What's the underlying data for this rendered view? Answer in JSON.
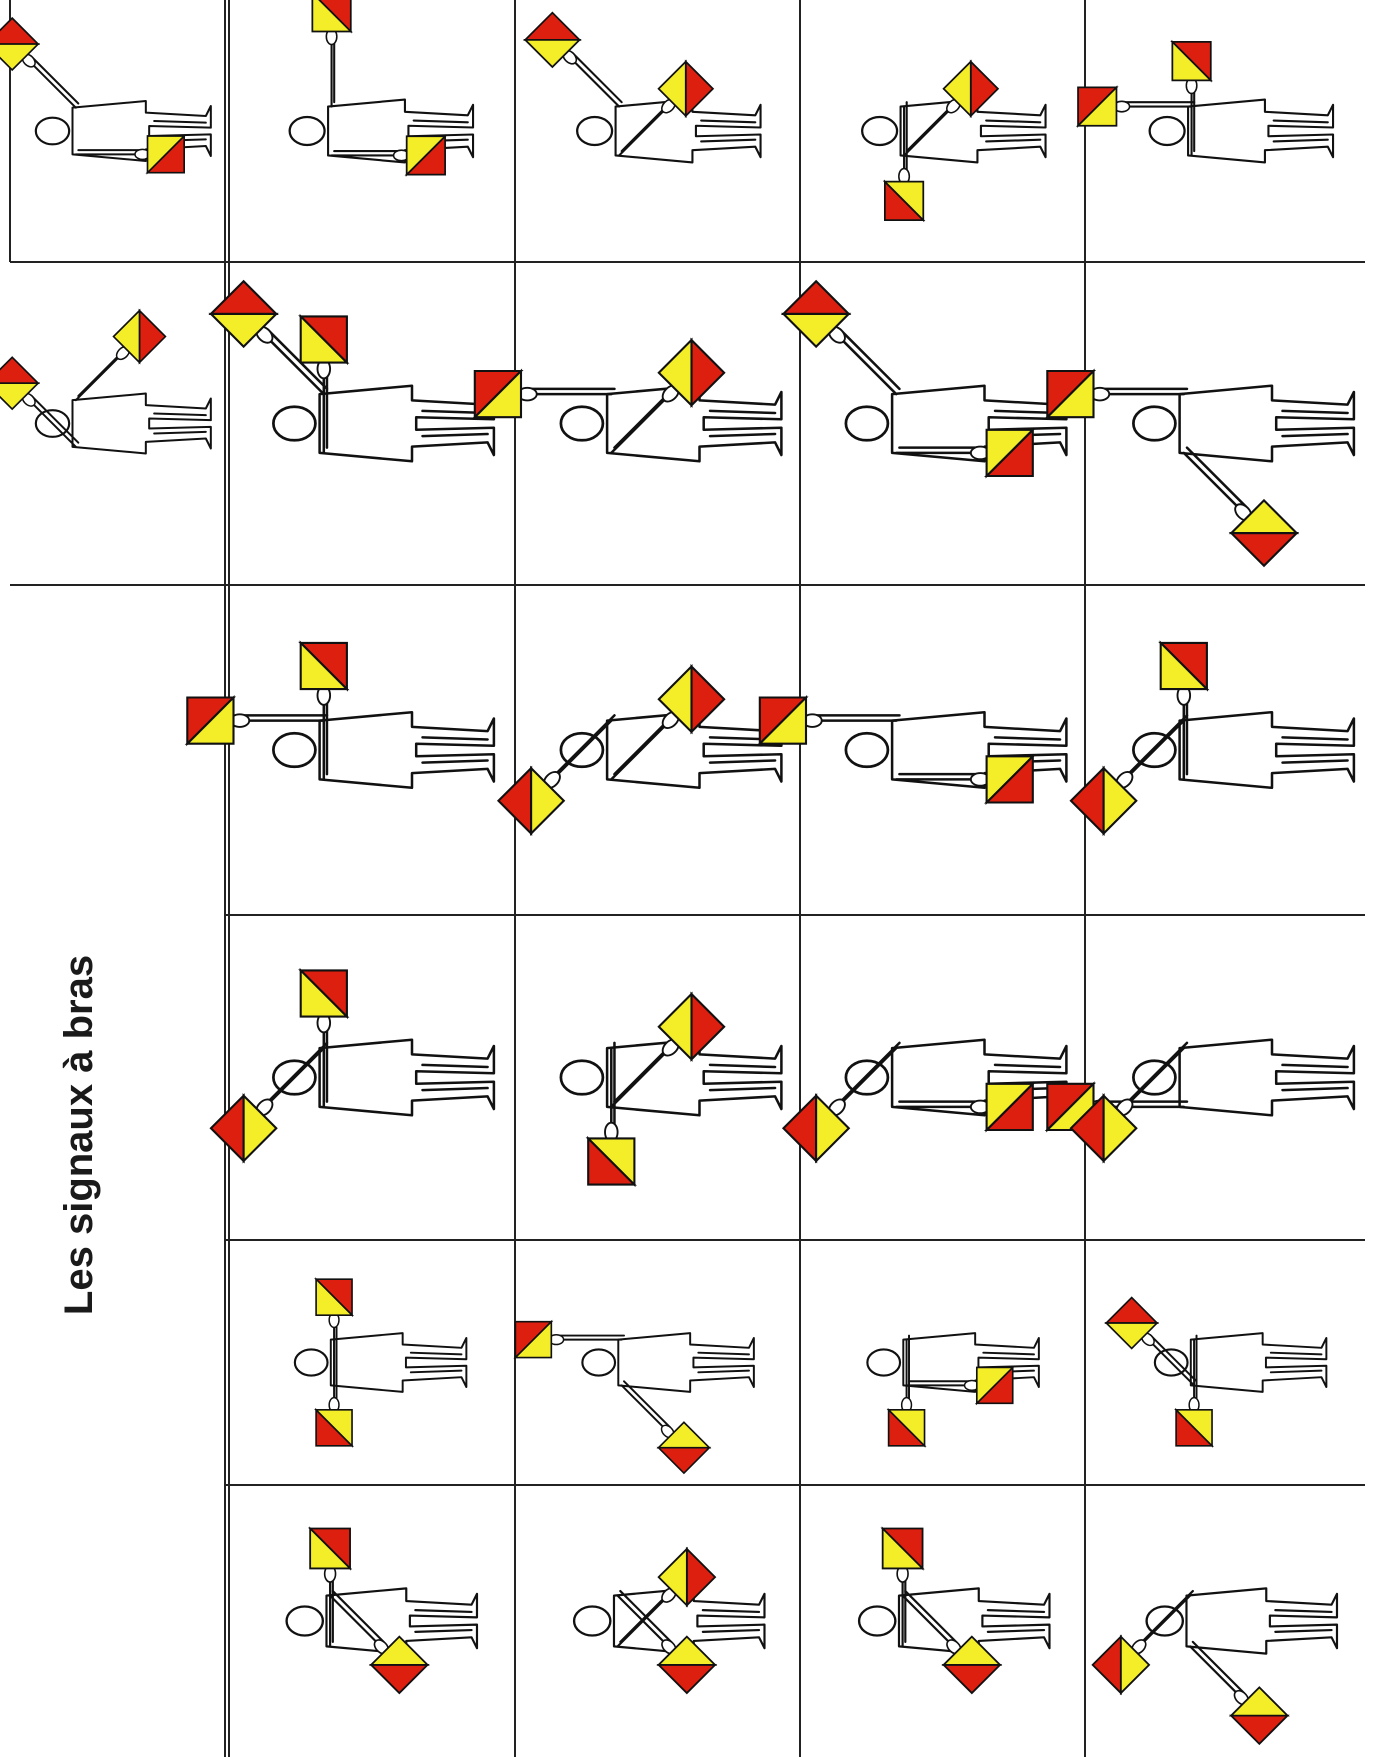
{
  "title": "Les signaux à bras",
  "colors": {
    "flag_red": "#dd1f10",
    "flag_yellow": "#f4ee28",
    "outline": "#111111",
    "grid": "#222222",
    "background": "#ffffff"
  },
  "orientation": "rotated-90-ccw",
  "columns": 5,
  "rows": 7,
  "cells": [
    {
      "row": 0,
      "col": 0,
      "flag1_angle": 180,
      "flag2_angle": 45
    },
    {
      "row": 0,
      "col": 1,
      "flag1_angle": 180,
      "flag2_angle": 90
    },
    {
      "row": 0,
      "col": 2,
      "flag1_angle": 135,
      "flag2_angle": 45
    },
    {
      "row": 0,
      "col": 3,
      "flag1_angle": 135,
      "flag2_angle": 270
    },
    {
      "row": 0,
      "col": 4,
      "flag1_angle": 90,
      "flag2_angle": 0
    },
    {
      "row": 1,
      "col": 0,
      "flag1_angle": 45,
      "flag2_angle": 135
    },
    {
      "row": 1,
      "col": 1,
      "flag1_angle": 90,
      "flag2_angle": 45
    },
    {
      "row": 1,
      "col": 2,
      "flag1_angle": 135,
      "flag2_angle": 0
    },
    {
      "row": 1,
      "col": 3,
      "flag1_angle": 180,
      "flag2_angle": 45
    },
    {
      "row": 1,
      "col": 4,
      "flag1_angle": 225,
      "flag2_angle": 0
    },
    {
      "row": 2,
      "col": 1,
      "flag1_angle": 90,
      "flag2_angle": 0
    },
    {
      "row": 2,
      "col": 2,
      "flag1_angle": 135,
      "flag2_angle": 315
    },
    {
      "row": 2,
      "col": 3,
      "flag1_angle": 180,
      "flag2_angle": 0
    },
    {
      "row": 2,
      "col": 4,
      "flag1_angle": 90,
      "flag2_angle": 315
    },
    {
      "row": 3,
      "col": 1,
      "flag1_angle": 90,
      "flag2_angle": 315
    },
    {
      "row": 3,
      "col": 2,
      "flag1_angle": 135,
      "flag2_angle": 270
    },
    {
      "row": 3,
      "col": 3,
      "flag1_angle": 180,
      "flag2_angle": 315
    },
    {
      "row": 3,
      "col": 4,
      "flag1_angle": 0,
      "flag2_angle": 315
    },
    {
      "row": 4,
      "col": 1,
      "flag1_angle": 90,
      "flag2_angle": 270
    },
    {
      "row": 4,
      "col": 2,
      "flag1_angle": 225,
      "flag2_angle": 0
    },
    {
      "row": 4,
      "col": 3,
      "flag1_angle": 180,
      "flag2_angle": 270
    },
    {
      "row": 4,
      "col": 4,
      "flag1_angle": 45,
      "flag2_angle": 270
    },
    {
      "row": 5,
      "col": 1,
      "flag1_angle": 90,
      "flag2_angle": 225
    },
    {
      "row": 5,
      "col": 2,
      "flag1_angle": 135,
      "flag2_angle": 225
    },
    {
      "row": 5,
      "col": 3,
      "flag1_angle": 90,
      "flag2_angle": 225
    },
    {
      "row": 5,
      "col": 4,
      "flag1_angle": 225,
      "flag2_angle": 315
    }
  ]
}
